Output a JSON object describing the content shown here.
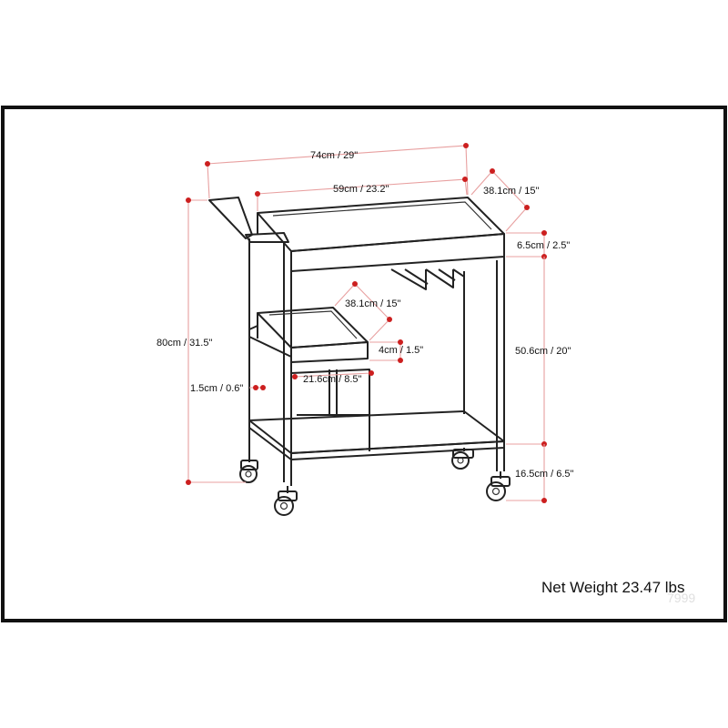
{
  "dimensions": {
    "overall_width": "74cm / 29\"",
    "tray_width": "59cm / 23.2\"",
    "tray_depth": "38.1cm / 15\"",
    "tray_height": "6.5cm / 2.5\"",
    "overall_height": "80cm / 31.5\"",
    "small_tray_depth": "38.1cm / 15\"",
    "small_tray_rim": "4cm / 1.5\"",
    "small_tray_width": "21.6cm / 8.5\"",
    "handle_thickness": "1.5cm / 0.6\"",
    "shelf_gap": "50.6cm / 20\"",
    "bottom_clearance": "16.5cm / 6.5\""
  },
  "net_weight": "Net Weight 23.47 lbs",
  "watermark": "7999",
  "colors": {
    "frame_line": "#222222",
    "dimension_line": "#e8a0a0",
    "dimension_dot": "#cc1f1f",
    "border": "#111111"
  }
}
